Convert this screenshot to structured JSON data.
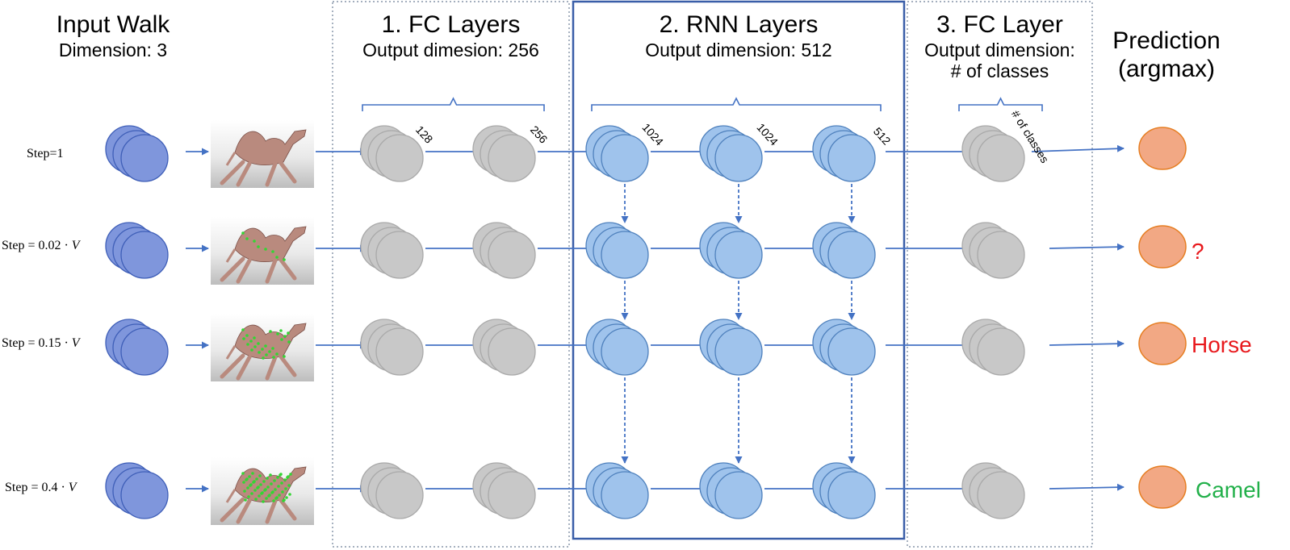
{
  "headers": {
    "input": {
      "title": "Input Walk",
      "subtitle": "Dimension: 3"
    },
    "fc1": {
      "title": "1. FC Layers",
      "subtitle": "Output dimesion: 256"
    },
    "rnn": {
      "title": "2. RNN Layers",
      "subtitle": "Output dimension: 512"
    },
    "fc3": {
      "title": "3. FC Layer",
      "subtitle": "Output dimension:",
      "subtitle2": "# of classes"
    },
    "pred": {
      "title": "Prediction",
      "subtitle": "(argmax)"
    }
  },
  "steps": [
    {
      "prefix": "Step=1",
      "var": ""
    },
    {
      "prefix": "Step = 0.02 · ",
      "var": "V"
    },
    {
      "prefix": "Step = 0.15 · ",
      "var": "V"
    },
    {
      "prefix": "Step = 0.4 · ",
      "var": "V"
    }
  ],
  "layer_dims": [
    "128",
    "256",
    "1024",
    "1024",
    "512",
    "# of classes"
  ],
  "predictions": [
    {
      "text": "",
      "color": "#e8191d"
    },
    {
      "text": "?",
      "color": "#e8191d"
    },
    {
      "text": "Horse",
      "color": "#e8191d"
    },
    {
      "text": "Camel",
      "color": "#22b04a"
    }
  ],
  "colors": {
    "input_node": "#7f96dc",
    "fc_node": "#c8c8c8",
    "rnn_node": "#9fc3ec",
    "output_node": "#f2a884",
    "arrow": "#4472c4",
    "rnn_box": "#3a5ea8"
  }
}
